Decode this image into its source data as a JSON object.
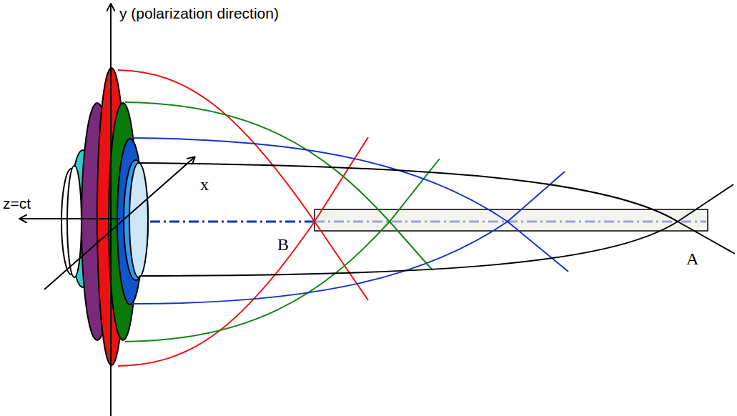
{
  "diagram": {
    "labels": [
      "y (polarization direction)",
      "x",
      "z=ct",
      "B",
      "A"
    ]
  }
}
